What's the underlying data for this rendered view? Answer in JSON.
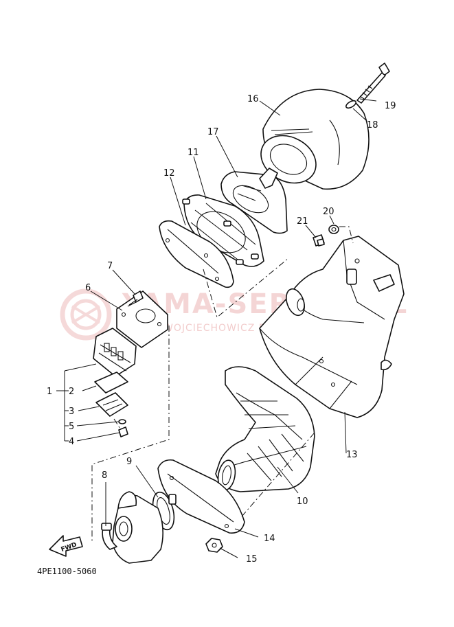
{
  "watermark": {
    "main_text": "YAMA-SERWIS.PL",
    "sub_text": "WOJCIECHOWICZ DEALER YAMAHA",
    "color": "#e8a3a3"
  },
  "fwd_arrow_label": "FWD",
  "diagram_code": "4PE1100-5060",
  "callouts": {
    "p1": "1",
    "p2": "2",
    "p3": "3",
    "p4": "4",
    "p5": "5",
    "p6": "6",
    "p7": "7",
    "p8": "8",
    "p9": "9",
    "p10": "10",
    "p11": "11",
    "p12": "12",
    "p13": "13",
    "p14": "14",
    "p15": "15",
    "p16": "16",
    "p17": "17",
    "p18": "18",
    "p19": "19",
    "p20": "20",
    "p21": "21"
  }
}
